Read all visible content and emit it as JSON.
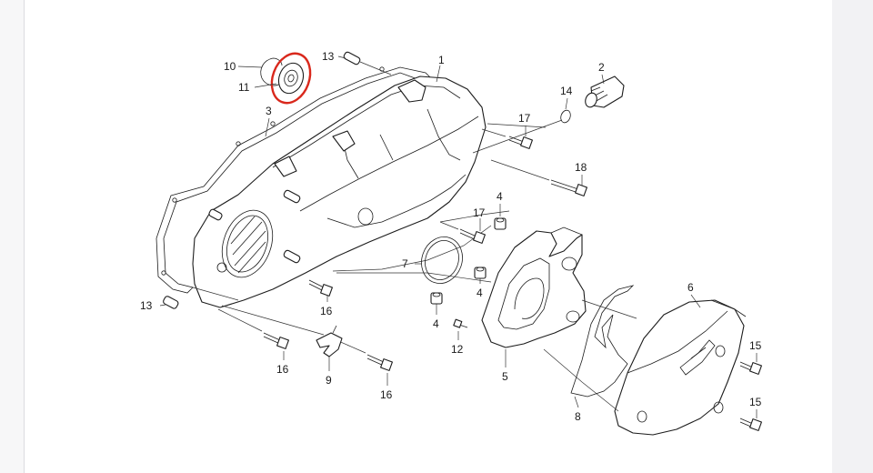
{
  "diagram": {
    "labels": [
      {
        "id": "lbl-10",
        "text": "10"
      },
      {
        "id": "lbl-11",
        "text": "11"
      },
      {
        "id": "lbl-13a",
        "text": "13"
      },
      {
        "id": "lbl-1",
        "text": "1"
      },
      {
        "id": "lbl-2",
        "text": "2"
      },
      {
        "id": "lbl-14",
        "text": "14"
      },
      {
        "id": "lbl-3",
        "text": "3"
      },
      {
        "id": "lbl-17a",
        "text": "17"
      },
      {
        "id": "lbl-18",
        "text": "18"
      },
      {
        "id": "lbl-4a",
        "text": "4"
      },
      {
        "id": "lbl-17b",
        "text": "17"
      },
      {
        "id": "lbl-7",
        "text": "7"
      },
      {
        "id": "lbl-4b",
        "text": "4"
      },
      {
        "id": "lbl-16a",
        "text": "16"
      },
      {
        "id": "lbl-13b",
        "text": "13"
      },
      {
        "id": "lbl-4c",
        "text": "4"
      },
      {
        "id": "lbl-12",
        "text": "12"
      },
      {
        "id": "lbl-6",
        "text": "6"
      },
      {
        "id": "lbl-16b",
        "text": "16"
      },
      {
        "id": "lbl-9",
        "text": "9"
      },
      {
        "id": "lbl-16c",
        "text": "16"
      },
      {
        "id": "lbl-5",
        "text": "5"
      },
      {
        "id": "lbl-8",
        "text": "8"
      },
      {
        "id": "lbl-15a",
        "text": "15"
      },
      {
        "id": "lbl-15b",
        "text": "15"
      }
    ],
    "highlight_color": "#d9281c"
  }
}
